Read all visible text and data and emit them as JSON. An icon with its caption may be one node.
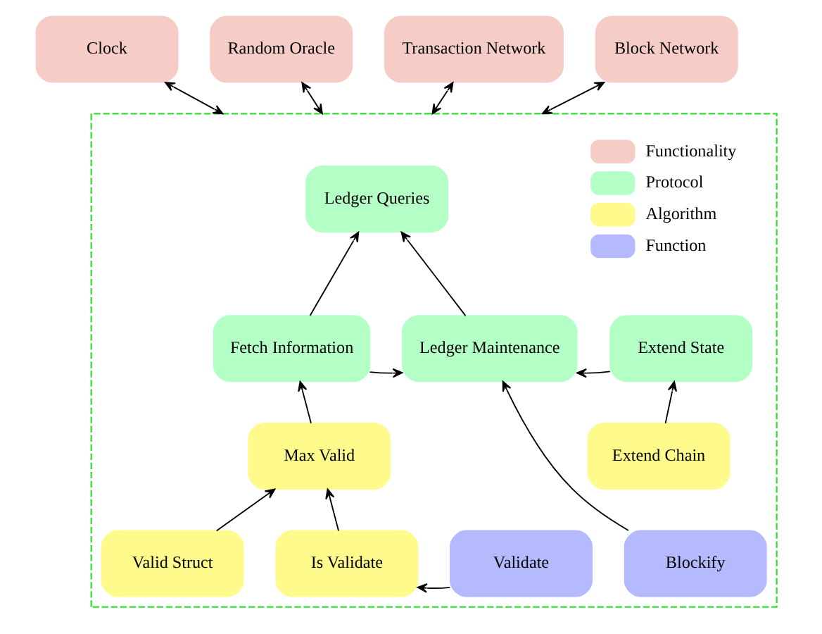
{
  "diagram": {
    "nodes": [
      {
        "text": [
          "Clock"
        ]
      },
      {
        "text": [
          "Random Oracle"
        ]
      },
      {
        "text": [
          "Transaction Network"
        ]
      },
      {
        "text": [
          "Block Network"
        ]
      },
      {
        "text": [],
        "shape": "box"
      },
      {
        "text": [
          "Ledger Queries"
        ],
        "in": 4
      },
      {
        "text": [
          "Fetch Information"
        ],
        "in": 4
      },
      {
        "text": [
          "Ledger Maintenance"
        ],
        "in": 4
      },
      {
        "text": [
          "Extend State"
        ],
        "in": 4
      },
      {
        "text": [
          "Max Valid"
        ],
        "in": 4
      },
      {
        "text": [
          "Extend Chain"
        ],
        "in": 4
      },
      {
        "text": [
          "Valid Struct"
        ],
        "in": 4
      },
      {
        "text": [
          "Is Validate"
        ],
        "in": 4
      },
      {
        "text": [
          "Validate"
        ],
        "in": 4
      },
      {
        "text": [
          "Blockify"
        ],
        "in": 4
      }
    ],
    "edges": [
      {
        "from": 0,
        "to": 4,
        "arrow": "both"
      },
      {
        "from": 1,
        "to": 4,
        "arrow": "both"
      },
      {
        "from": 2,
        "to": 4,
        "arrow": "both"
      },
      {
        "from": 3,
        "to": 4,
        "arrow": "both"
      },
      {
        "from": 6,
        "to": 5,
        "arrow": "to"
      },
      {
        "from": 7,
        "to": 5,
        "arrow": "to"
      },
      {
        "from": 6,
        "to": 7,
        "arrow": "to"
      },
      {
        "from": 8,
        "to": 7,
        "arrow": "to"
      },
      {
        "from": 9,
        "to": 6,
        "arrow": "to"
      },
      {
        "from": 10,
        "to": 8,
        "arrow": "to"
      },
      {
        "from": 11,
        "to": 9,
        "arrow": "to"
      },
      {
        "from": 12,
        "to": 9,
        "arrow": "to"
      },
      {
        "from": 14,
        "to": 7,
        "arrow": "to"
      },
      {
        "from": 13,
        "to": 12,
        "arrow": "to"
      }
    ],
    "legend": [
      {
        "text": "Functionality",
        "color": "#f5cdc6"
      },
      {
        "text": "Protocol",
        "color": "#b3ffc6"
      },
      {
        "text": "Algorithm",
        "color": "#fffa8c"
      },
      {
        "text": "Function",
        "color": "#b5baff"
      }
    ]
  }
}
